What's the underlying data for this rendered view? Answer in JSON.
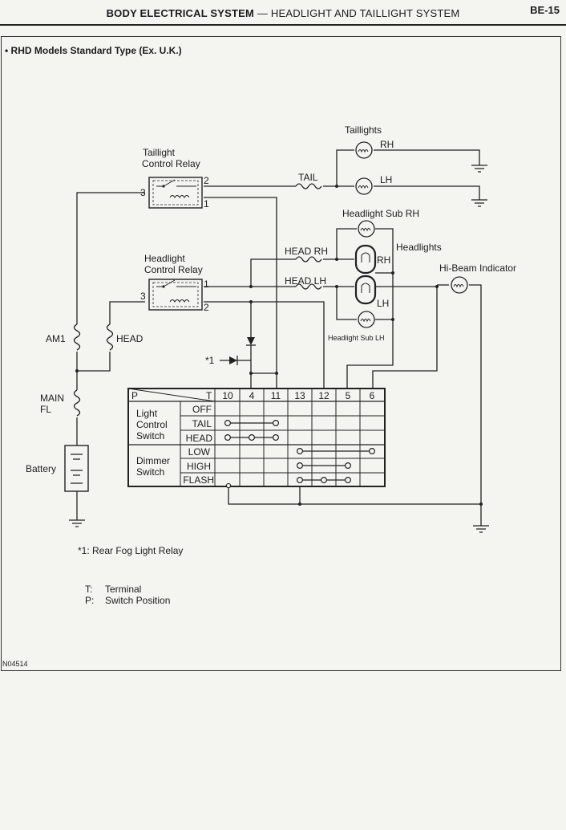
{
  "header": {
    "section": "BODY ELECTRICAL SYSTEM",
    "separator": "—",
    "subsection": "HEADLIGHT AND TAILLIGHT SYSTEM",
    "page_number": "BE-15"
  },
  "diagram": {
    "title": "• RHD Models Standard Type (Ex. U.K.)",
    "taillights_label": "Taillights",
    "taillight_rh": "RH",
    "taillight_lh": "LH",
    "tail_fuse": "TAIL",
    "taillight_relay": {
      "line1": "Taillight",
      "line2": "Control Relay",
      "t1": "1",
      "t2": "2",
      "t3": "3"
    },
    "headlight_relay": {
      "line1": "Headlight",
      "line2": "Control Relay",
      "t1": "1",
      "t2": "2",
      "t3": "3"
    },
    "headlight_sub_rh": "Headlight Sub RH",
    "headlight_sub_lh": "Headlight Sub LH",
    "headlights_label": "Headlights",
    "headlight_rh": "RH",
    "headlight_lh": "LH",
    "head_rh_fuse": "HEAD RH",
    "head_lh_fuse": "HEAD LH",
    "hi_beam_indicator": "Hi-Beam Indicator",
    "am1_fuse": "AM1",
    "head_fuse": "HEAD",
    "main_fl_line1": "MAIN",
    "main_fl_line2": "FL",
    "battery": "Battery",
    "star_ref": "*1",
    "table": {
      "p_header": "P",
      "t_header": "T",
      "terminals": [
        "10",
        "4",
        "11",
        "13",
        "12",
        "5",
        "6"
      ],
      "group_light_line1": "Light",
      "group_light_line2": "Control",
      "group_light_line3": "Switch",
      "group_dimmer_line1": "Dimmer",
      "group_dimmer_line2": "Switch",
      "rows": [
        "OFF",
        "TAIL",
        "HEAD",
        "LOW",
        "HIGH",
        "FLASH"
      ]
    },
    "footnote": "*1:  Rear Fog Light Relay",
    "legend_t_key": "T:",
    "legend_t_value": "Terminal",
    "legend_p_key": "P:",
    "legend_p_value": "Switch Position",
    "figure_code": "N04514"
  }
}
